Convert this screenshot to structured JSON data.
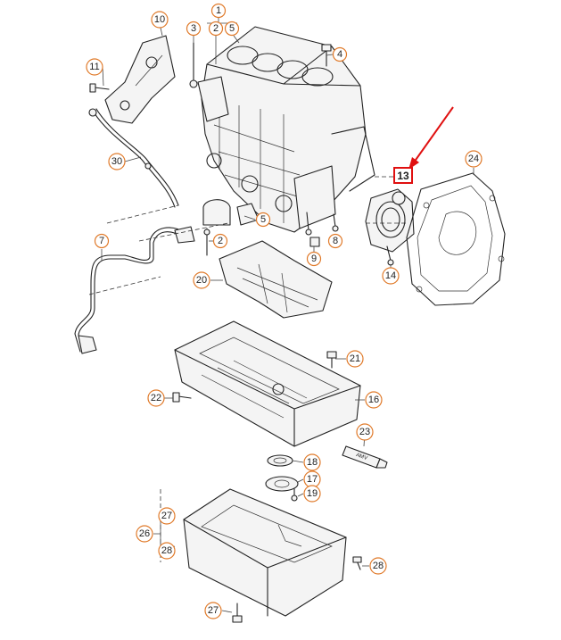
{
  "highlight": {
    "label": "13",
    "arrow_color": "#e01010"
  },
  "callouts": [
    {
      "id": "c1",
      "label": "1"
    },
    {
      "id": "c2a",
      "label": "2"
    },
    {
      "id": "c3",
      "label": "3"
    },
    {
      "id": "c4",
      "label": "4"
    },
    {
      "id": "c5a",
      "label": "5"
    },
    {
      "id": "c10",
      "label": "10"
    },
    {
      "id": "c11",
      "label": "11"
    },
    {
      "id": "c30",
      "label": "30"
    },
    {
      "id": "c24",
      "label": "24"
    },
    {
      "id": "c5b",
      "label": "5"
    },
    {
      "id": "c2b",
      "label": "2"
    },
    {
      "id": "c8",
      "label": "8"
    },
    {
      "id": "c9",
      "label": "9"
    },
    {
      "id": "c14",
      "label": "14"
    },
    {
      "id": "c7",
      "label": "7"
    },
    {
      "id": "c20",
      "label": "20"
    },
    {
      "id": "c21",
      "label": "21"
    },
    {
      "id": "c22",
      "label": "22"
    },
    {
      "id": "c16",
      "label": "16"
    },
    {
      "id": "c23",
      "label": "23"
    },
    {
      "id": "c18",
      "label": "18"
    },
    {
      "id": "c17",
      "label": "17"
    },
    {
      "id": "c19",
      "label": "19"
    },
    {
      "id": "c27a",
      "label": "27"
    },
    {
      "id": "c26",
      "label": "26"
    },
    {
      "id": "c28a",
      "label": "28"
    },
    {
      "id": "c28b",
      "label": "28"
    },
    {
      "id": "c27b",
      "label": "27"
    }
  ],
  "tube_label": "AMV",
  "colors": {
    "callout_ring": "#e07a2a",
    "highlight": "#e01010",
    "line": "#222222"
  }
}
